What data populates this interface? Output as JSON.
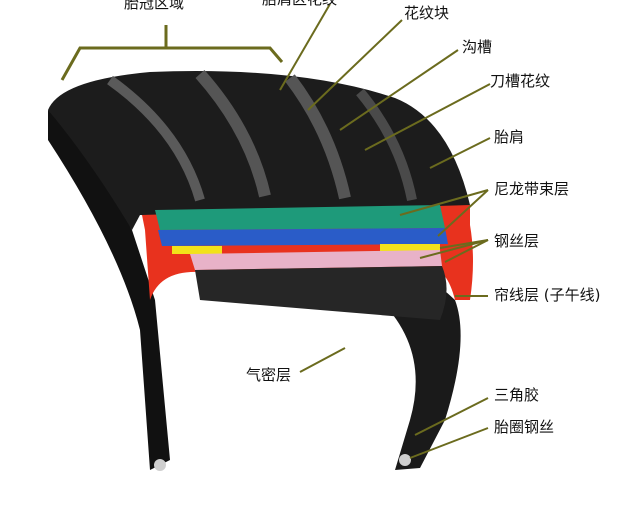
{
  "labels": {
    "crown_zone": "胎冠区域",
    "top_cut": "胎肩区花纹",
    "tread_block": "花纹块",
    "groove": "沟槽",
    "sipes": "刀槽花纹",
    "shoulder": "胎肩",
    "nylon_cap": "尼龙带束层",
    "steel_belt": "钢丝层",
    "ply": "帘线层 (子午线)",
    "inner_liner": "气密层",
    "apex": "三角胶",
    "bead_wire": "胎圈钢丝"
  },
  "colors": {
    "tire_dark": "#141414",
    "tread_mid": "#3a3a3a",
    "red_outline": "#e8321e",
    "green_layer": "#1e9a7a",
    "blue_layer": "#2a5cc8",
    "yellow_strip": "#f2e21a",
    "pink_layer": "#e8b2c8",
    "leader_olive": "#6b6b1e"
  }
}
